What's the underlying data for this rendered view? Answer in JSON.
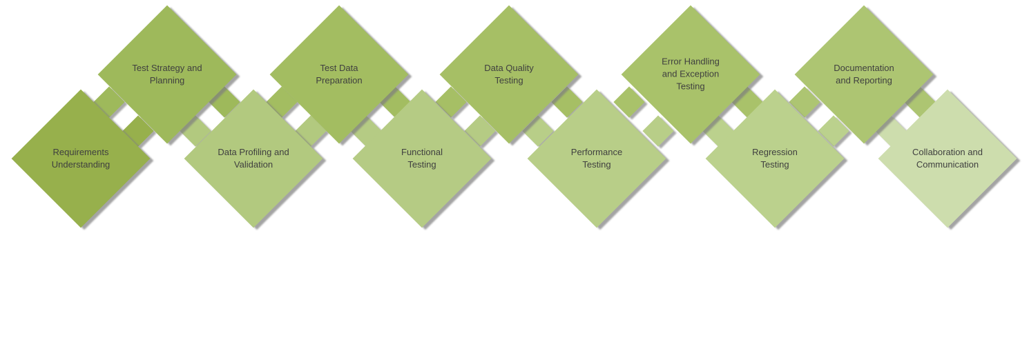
{
  "diagram": {
    "text_color": "#3f3f3f",
    "shadow_color": "#a8a8a8",
    "steps": [
      {
        "label": "Requirements\nUnderstanding",
        "color": "#97b04c",
        "row": "bottom"
      },
      {
        "label": "Test Strategy and\nPlanning",
        "color": "#9eb95b",
        "row": "top"
      },
      {
        "label": "Data Profiling and\nValidation",
        "color": "#b2c97f",
        "row": "bottom"
      },
      {
        "label": "Test Data\nPreparation",
        "color": "#a3bd61",
        "row": "top"
      },
      {
        "label": "Functional\nTesting",
        "color": "#b5cb84",
        "row": "bottom"
      },
      {
        "label": "Data Quality\nTesting",
        "color": "#a6bf65",
        "row": "top"
      },
      {
        "label": "Performance\nTesting",
        "color": "#b8ce88",
        "row": "bottom"
      },
      {
        "label": "Error Handling\nand Exception\nTesting",
        "color": "#a9c26a",
        "row": "top"
      },
      {
        "label": "Regression\nTesting",
        "color": "#bbd18d",
        "row": "bottom"
      },
      {
        "label": "Documentation\nand Reporting",
        "color": "#adc572",
        "row": "top"
      },
      {
        "label": "Collaboration and\nCommunication",
        "color": "#cdddad",
        "row": "bottom"
      }
    ]
  }
}
